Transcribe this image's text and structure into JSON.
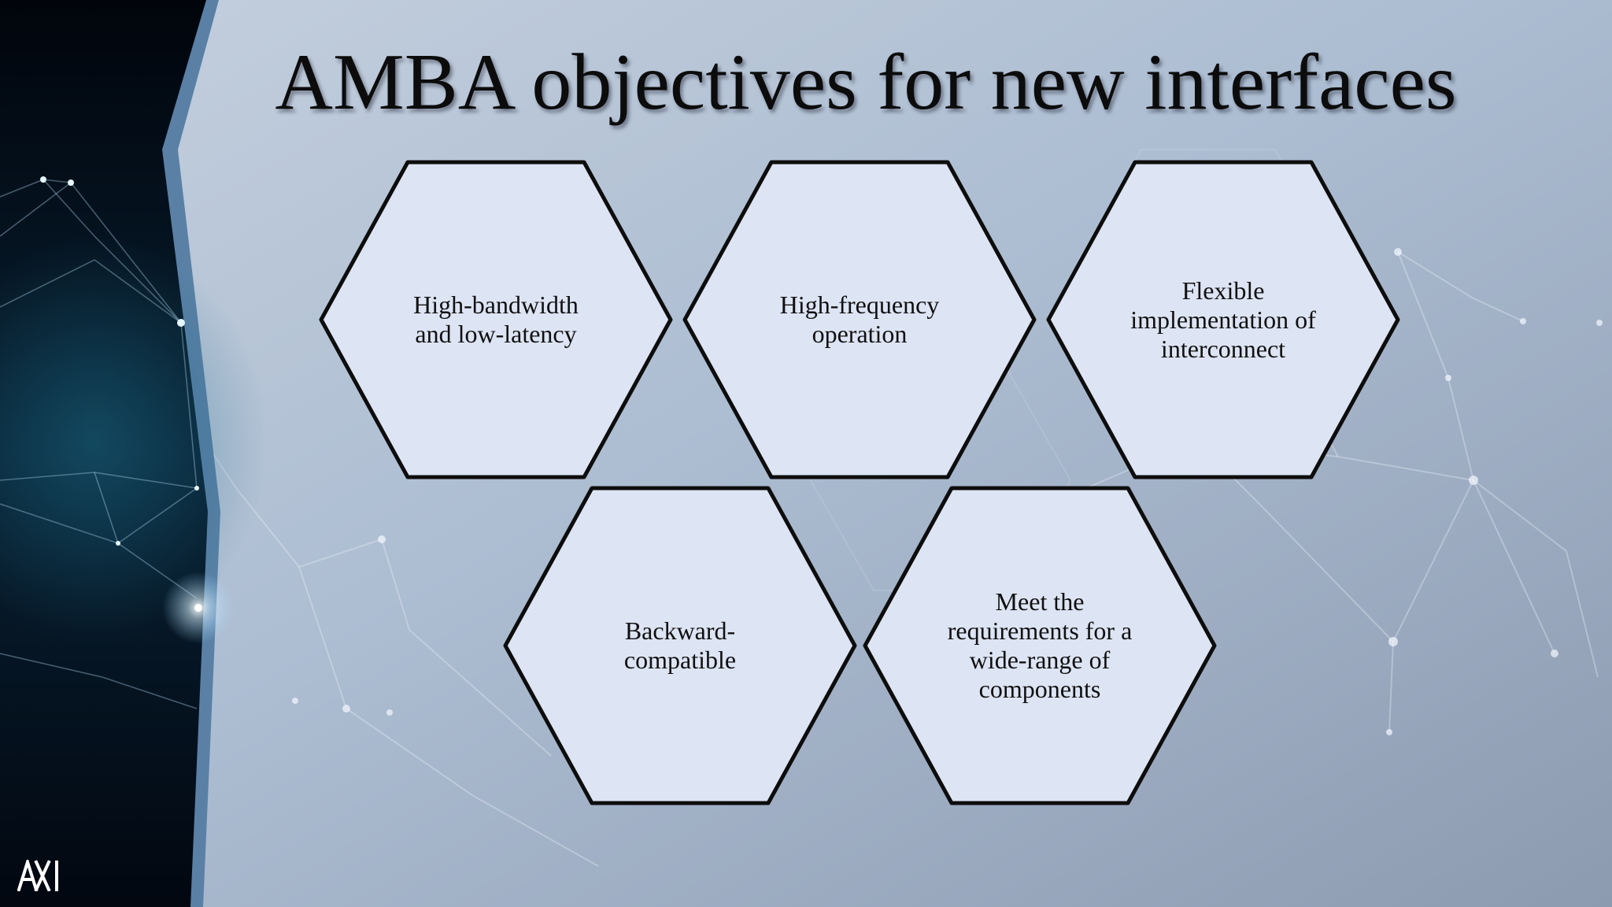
{
  "slide": {
    "title": "AMBA objectives for new interfaces",
    "objectives": [
      "High-bandwidth and low-latency",
      "High-frequency operation",
      "Flexible implementation of interconnect",
      "Backward-compatible",
      "Meet the requirements for a wide-range of components"
    ],
    "brand_logo_icon": "ax-logo-icon"
  },
  "colors": {
    "hex_fill": "#dde4f3",
    "hex_stroke": "#0d0d0d",
    "left_panel": "#030a17",
    "background": "#a9b8cc"
  }
}
